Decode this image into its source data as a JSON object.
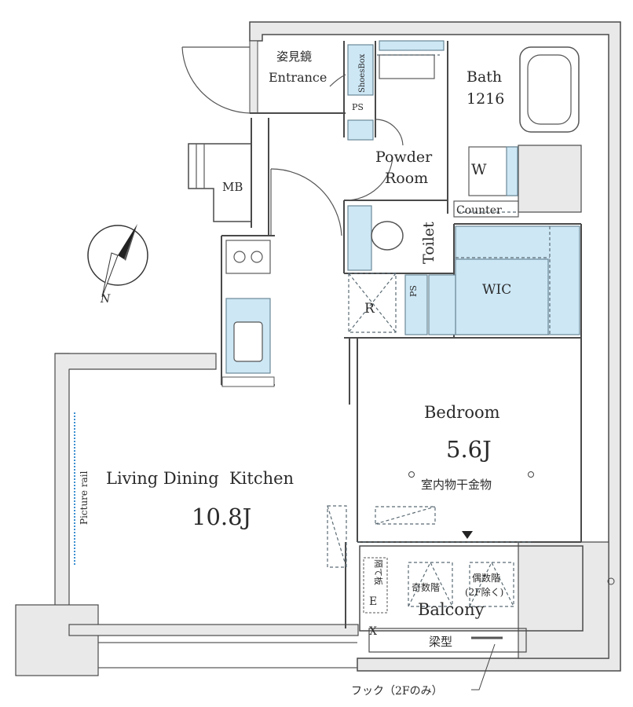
{
  "rooms": {
    "entrance_jp": "姿見鏡",
    "entrance": "Entrance",
    "shoesbox": "ShoesBox",
    "ps_top": "PS",
    "bath_line1": "Bath",
    "bath_line2": "1216",
    "powder_line1": "Powder",
    "powder_line2": "Room",
    "mb": "MB",
    "washer": "W",
    "counter": "Counter",
    "toilet": "Toilet",
    "ps_mid": "PS",
    "refrigerator": "R",
    "wic": "WIC",
    "bedroom": "Bedroom",
    "bedroom_size": "5.6J",
    "indoor_drying": "室内物干金物",
    "ldk": "Living Dining  Kitchen",
    "ldk_size": "10.8J",
    "picture_rail": "Picture rail",
    "balcony": "Balcony",
    "outdoor_unit_odd": "奇数階",
    "outdoor_unit_even_1": "偶数階",
    "outdoor_unit_even_2": "(2F除く)",
    "partition": "隔て板",
    "hatch_e": "E",
    "hatch_x": "X",
    "beam": "梁型",
    "hook": "フック（2Fのみ）",
    "compass_n": "N"
  },
  "colors": {
    "fixture_fill": "#cde7f5",
    "wall_fill": "#e9e9e9",
    "wall_stroke": "#4a4a4a",
    "picture_rail": "#3b8fd0"
  }
}
